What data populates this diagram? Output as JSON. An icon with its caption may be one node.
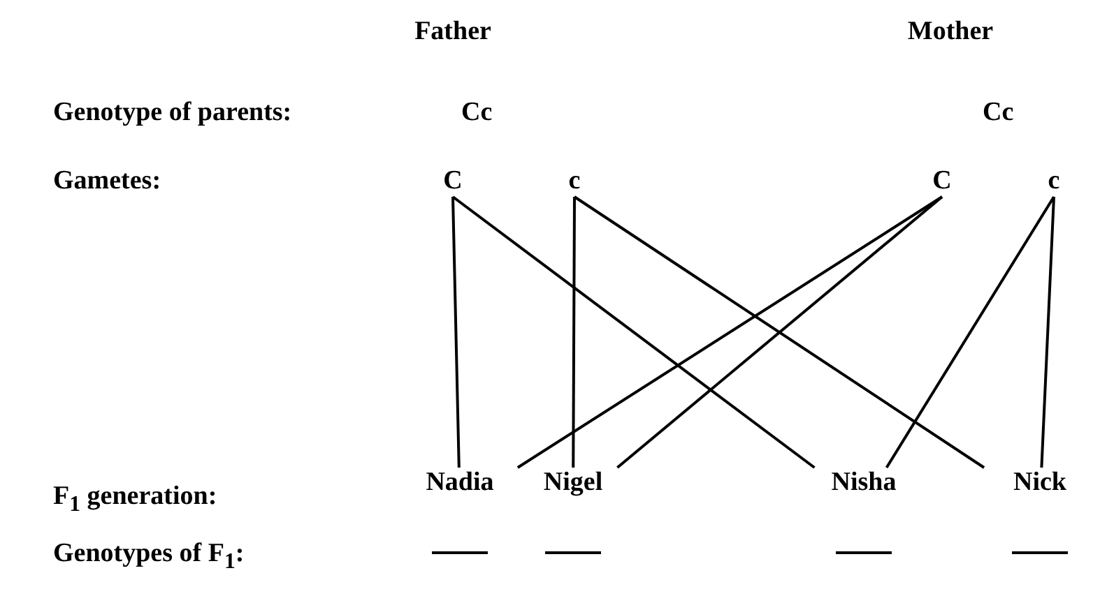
{
  "diagram": {
    "nodes": [
      {
        "text": [
          "C"
        ]
      },
      {
        "text": [
          "c"
        ]
      },
      {
        "text": [
          "C"
        ]
      },
      {
        "text": [
          "c"
        ]
      },
      {
        "text": [
          "Nadia"
        ]
      },
      {
        "text": [
          "Nigel"
        ]
      },
      {
        "text": [
          "Nisha"
        ]
      },
      {
        "text": [
          "Nick"
        ]
      }
    ],
    "edges": [
      {
        "from": 0,
        "to": 4,
        "arrow": "none"
      },
      {
        "from": 0,
        "to": 6,
        "arrow": "none"
      },
      {
        "from": 1,
        "to": 5,
        "arrow": "none"
      },
      {
        "from": 1,
        "to": 7,
        "arrow": "none"
      },
      {
        "from": 2,
        "to": 4,
        "arrow": "none"
      },
      {
        "from": 2,
        "to": 5,
        "arrow": "none"
      },
      {
        "from": 3,
        "to": 6,
        "arrow": "none"
      },
      {
        "from": 3,
        "to": 7,
        "arrow": "none"
      }
    ],
    "labels": [
      "Father",
      "Mother",
      "Genotype of parents:",
      "Cc",
      "Cc",
      "Gametes:",
      "F$_{1}$ generation:",
      "Genotypes of F$_{1}$:"
    ]
  }
}
